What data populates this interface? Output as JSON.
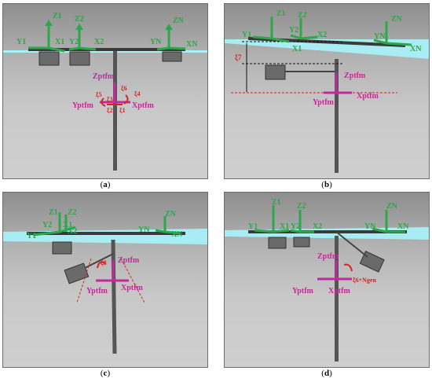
{
  "captions": {
    "a": "a",
    "b": "b",
    "c": "c",
    "d": "d"
  },
  "labels": {
    "z1": "Z1",
    "z2": "Z2",
    "zn": "ZN",
    "y1": "Y1",
    "y2": "Y2",
    "yn": "YN",
    "x1": "X1",
    "x2": "X2",
    "xn": "XN",
    "zptfm": "Zptfm",
    "yptfm": "Yptfm",
    "xptfm": "Xptfm",
    "xi1": "ξ1",
    "xi2": "ξ2",
    "xi3": "ξ3",
    "xi4": "ξ4",
    "xi5": "ξ5",
    "xi6": "ξ6",
    "xi7": "ξ7",
    "xi6ngen": "ξ6+Ngen"
  },
  "colors": {
    "frame": "#2fa64a",
    "platform": "#c02a9a",
    "rotation": "#d42424",
    "water": "#a8f0f8",
    "pole": "#555555"
  }
}
